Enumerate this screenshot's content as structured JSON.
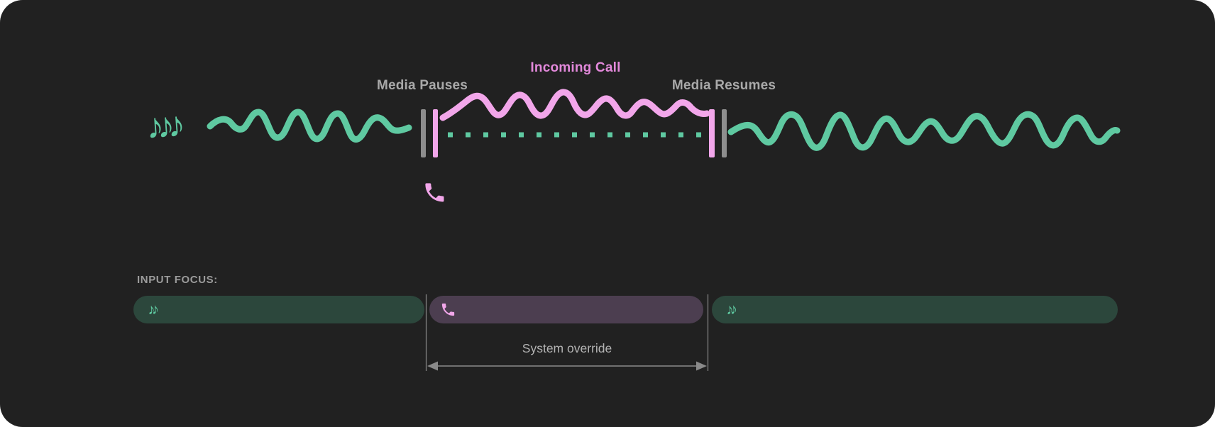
{
  "colors": {
    "page_background": "#ffffff",
    "panel_background": "#212121",
    "media_green": "#5fc9a1",
    "call_pink": "#f2a6ea",
    "call_label_pink": "#e389db",
    "pause_bar_gray": "#8e8e8e",
    "label_gray": "#a9a9a9",
    "annotation_gray": "#8a8a8a",
    "override_label_gray": "#b3b3b3",
    "input_focus_label_gray": "#9b9b9b",
    "focus_media_bg": "#2c473c",
    "focus_call_bg": "#4c3e50"
  },
  "icons": {
    "music_notes_large": "♪♪♪",
    "music_notes_small": "♪♪",
    "phone": "phone-handset"
  },
  "timeline": {
    "media_pauses_label": "Media Pauses",
    "incoming_call_label": "Incoming Call",
    "media_resumes_label": "Media Resumes"
  },
  "input_focus": {
    "label": "INPUT FOCUS:",
    "segments": [
      {
        "name": "media-before-call",
        "type": "media",
        "icon": "music-notes"
      },
      {
        "name": "incoming-call",
        "type": "call",
        "icon": "phone"
      },
      {
        "name": "media-after-call",
        "type": "media",
        "icon": "music-notes"
      }
    ],
    "override_label": "System override"
  }
}
